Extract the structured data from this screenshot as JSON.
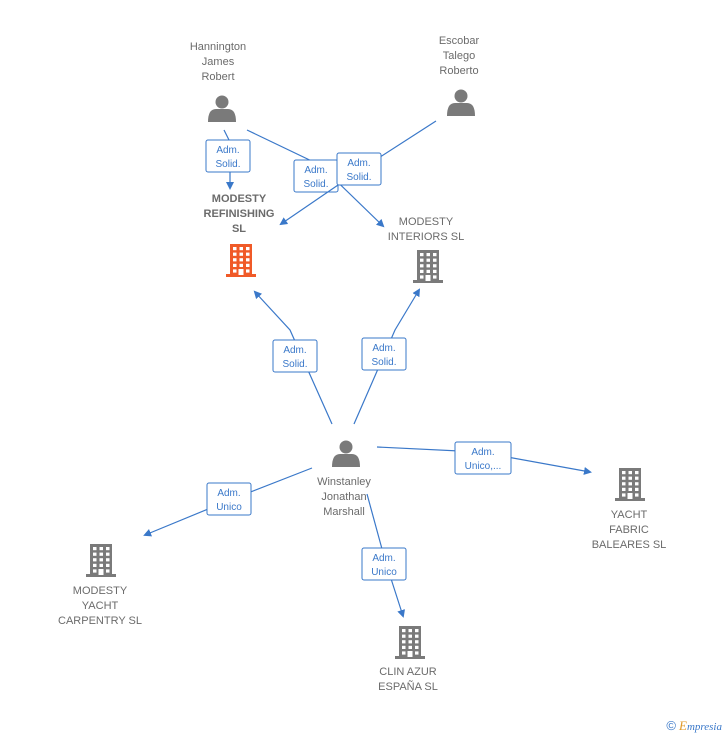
{
  "colors": {
    "edge": "#3a78c9",
    "node_gray": "#7a7a7a",
    "node_highlight": "#f05a28"
  },
  "nodes": {
    "hannington": {
      "lines": [
        "Hannington",
        "James",
        "Robert"
      ],
      "kind": "person",
      "icon": "person-icon"
    },
    "escobar": {
      "lines": [
        "Escobar",
        "Talego",
        "Roberto"
      ],
      "kind": "person",
      "icon": "person-icon"
    },
    "winstanley": {
      "lines": [
        "Winstanley",
        "Jonathan",
        "Marshall"
      ],
      "kind": "person",
      "icon": "person-icon"
    },
    "refinishing": {
      "lines": [
        "MODESTY",
        "REFINISHING",
        "SL"
      ],
      "kind": "company-highlight",
      "icon": "building-icon"
    },
    "interiors": {
      "lines": [
        "MODESTY",
        "INTERIORS  SL"
      ],
      "kind": "company",
      "icon": "building-icon"
    },
    "yacht_fabric": {
      "lines": [
        "YACHT",
        "FABRIC",
        "BALEARES SL"
      ],
      "kind": "company",
      "icon": "building-icon"
    },
    "yacht_carpentry": {
      "lines": [
        "MODESTY",
        "YACHT",
        "CARPENTRY SL"
      ],
      "kind": "company",
      "icon": "building-icon"
    },
    "clin_azur": {
      "lines": [
        "CLIN AZUR",
        "ESPAÑA SL"
      ],
      "kind": "company",
      "icon": "building-icon"
    }
  },
  "edges": [
    {
      "from": "hannington",
      "to": "refinishing",
      "label": [
        "Adm.",
        "Solid."
      ]
    },
    {
      "from": "hannington",
      "to": "interiors",
      "label": [
        "Adm.",
        "Solid."
      ]
    },
    {
      "from": "escobar",
      "to": "refinishing",
      "label": [
        "Adm.",
        "Solid."
      ]
    },
    {
      "from": "winstanley",
      "to": "refinishing",
      "label": [
        "Adm.",
        "Solid."
      ]
    },
    {
      "from": "winstanley",
      "to": "interiors",
      "label": [
        "Adm.",
        "Solid."
      ]
    },
    {
      "from": "winstanley",
      "to": "yacht_fabric",
      "label": [
        "Adm.",
        "Unico,..."
      ]
    },
    {
      "from": "winstanley",
      "to": "yacht_carpentry",
      "label": [
        "Adm.",
        "Unico"
      ]
    },
    {
      "from": "winstanley",
      "to": "clin_azur",
      "label": [
        "Adm.",
        "Unico"
      ]
    }
  ],
  "footer": {
    "copyright": "©",
    "brand_first": "E",
    "brand_rest": "mpresia"
  }
}
